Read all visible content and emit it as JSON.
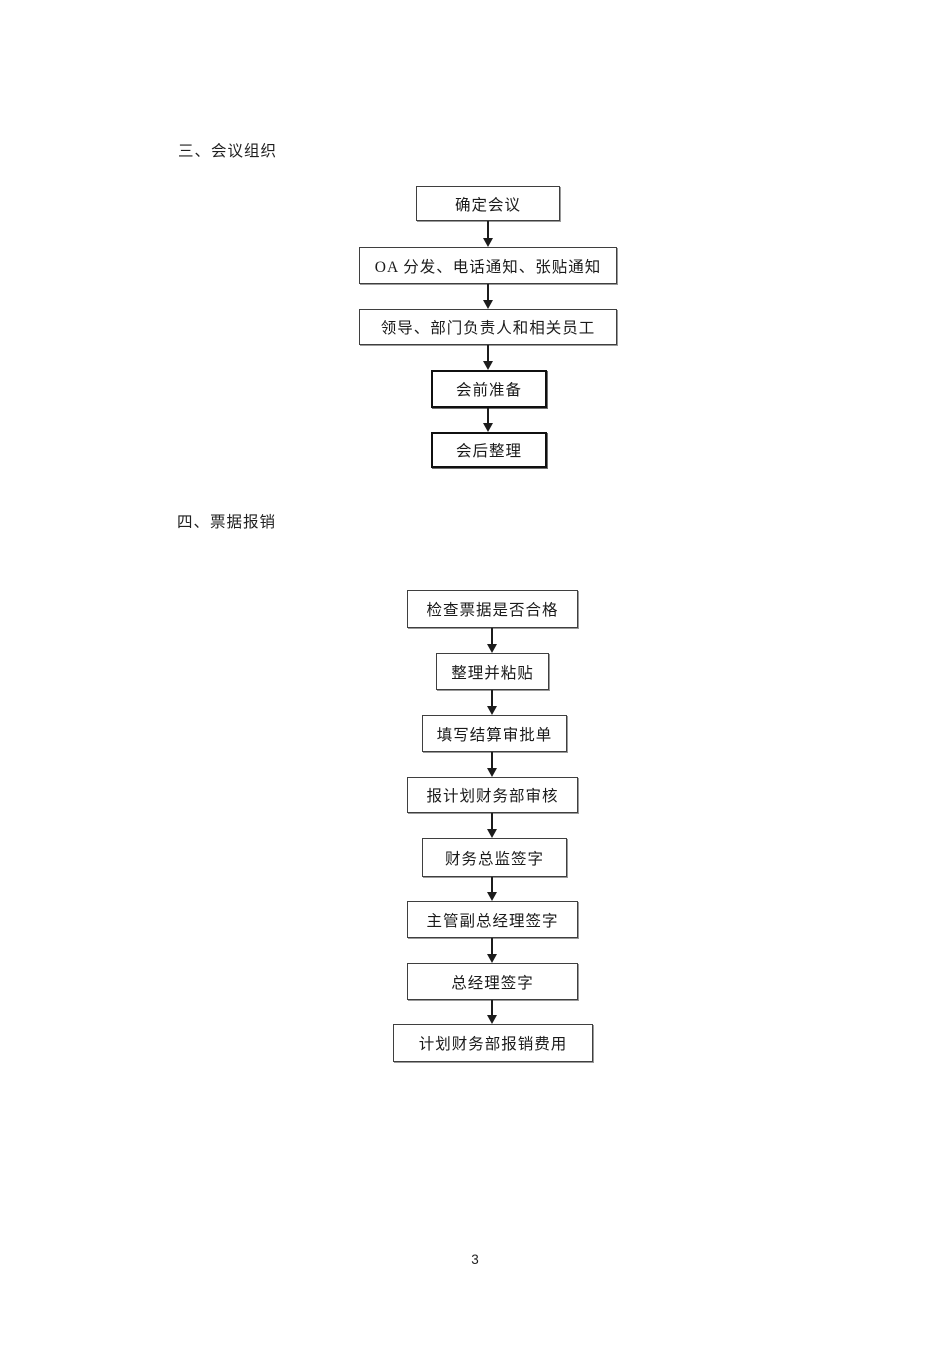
{
  "page": {
    "number": "3"
  },
  "sections": [
    {
      "title": "三、会议组织",
      "steps": [
        "确定会议",
        "OA 分发、电话通知、张贴通知",
        "领导、部门负责人和相关员工",
        "会前准备",
        "会后整理"
      ]
    },
    {
      "title": "四、票据报销",
      "steps": [
        "检查票据是否合格",
        "整理并粘贴",
        "填写结算审批单",
        "报计划财务部审核",
        "财务总监签字",
        "主管副总经理签字",
        "总经理签字",
        "计划财务部报销费用"
      ]
    }
  ]
}
